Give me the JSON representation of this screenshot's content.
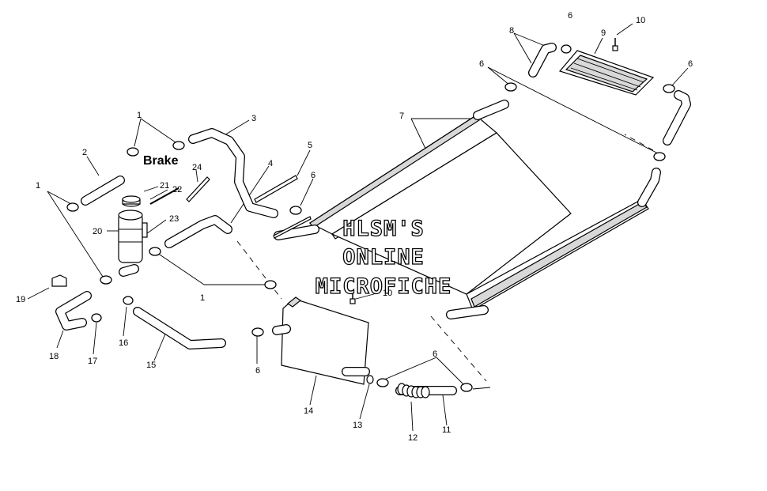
{
  "diagram": {
    "brake_label": "Brake",
    "watermark": {
      "line1": "HLSM'S",
      "line2": "ONLINE",
      "line3": "MICROFICHE"
    },
    "callouts": {
      "n1": "1",
      "n2": "2",
      "n3": "3",
      "n4": "4",
      "n5": "5",
      "n6": "6",
      "n7": "7",
      "n8": "8",
      "n9": "9",
      "n10": "10",
      "n11": "11",
      "n12": "12",
      "n13": "13",
      "n14": "14",
      "n15": "15",
      "n16": "16",
      "n17": "17",
      "n18": "18",
      "n19": "19",
      "n20": "20",
      "n21": "21",
      "n22": "22",
      "n23": "23",
      "n24": "24"
    }
  }
}
